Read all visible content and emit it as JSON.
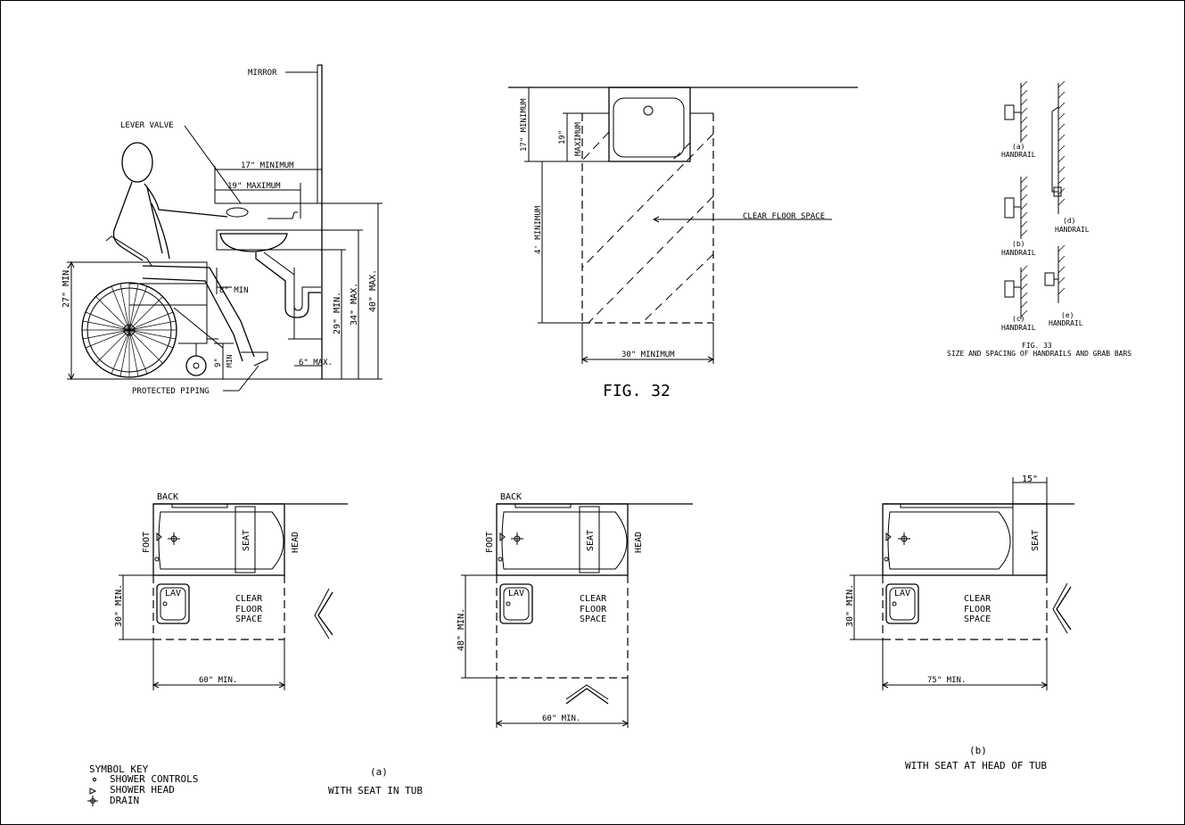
{
  "elevation": {
    "mirror": "MIRROR",
    "lever_valve": "LEVER VALVE",
    "min_17": "17\" MINIMUM",
    "max_19": "19\" MAXIMUM",
    "min_27": "27\" MIN.",
    "min_8": "8\" MIN",
    "min_29": "29\" MIN.",
    "max_34": "34\" MAX.",
    "max_40": "40\" MAX.",
    "nine": "9\"",
    "min_small": "MIN",
    "max_6": "6\" MAX.",
    "protected_piping": "PROTECTED PIPING"
  },
  "fig32": {
    "min_17": "17\" MINIMUM",
    "max_19_a": "19\"",
    "max_19_b": "MAXIMUM",
    "min_4": "4' MINIMUM",
    "clear_floor": "CLEAR FLOOR SPACE",
    "min_30": "30\" MINIMUM",
    "caption": "FIG. 32"
  },
  "fig33": {
    "a": "(a)",
    "b": "(b)",
    "c": "(c)",
    "d": "(d)",
    "e": "(e)",
    "handrail": "HANDRAIL",
    "fig": "FIG. 33",
    "caption": "SIZE AND SPACING OF HANDRAILS AND GRAB BARS"
  },
  "tub_a": {
    "back": "BACK",
    "foot": "FOOT",
    "seat": "SEAT",
    "head": "HEAD",
    "lav": "LAV",
    "clear1": "CLEAR",
    "clear2": "FLOOR",
    "clear3": "SPACE",
    "dim_30": "30\" MIN.",
    "dim_60": "60\" MIN."
  },
  "tub_a2": {
    "back": "BACK",
    "foot": "FOOT",
    "seat": "SEAT",
    "head": "HEAD",
    "lav": "LAV",
    "clear1": "CLEAR",
    "clear2": "FLOOR",
    "clear3": "SPACE",
    "dim_48": "48\" MIN.",
    "dim_60": "60\" MIN."
  },
  "tub_b": {
    "dim_15": "15\"",
    "seat": "SEAT",
    "lav": "LAV",
    "clear1": "CLEAR",
    "clear2": "FLOOR",
    "clear3": "SPACE",
    "dim_30": "30\" MIN.",
    "dim_75": "75\" MIN."
  },
  "symbol_key": {
    "title": "SYMBOL KEY",
    "shower_controls": "SHOWER CONTROLS",
    "shower_head": "SHOWER HEAD",
    "drain": "DRAIN"
  },
  "captions": {
    "a_label": "(a)",
    "a_text": "WITH SEAT IN TUB",
    "b_label": "(b)",
    "b_text": "WITH SEAT AT HEAD OF TUB"
  }
}
